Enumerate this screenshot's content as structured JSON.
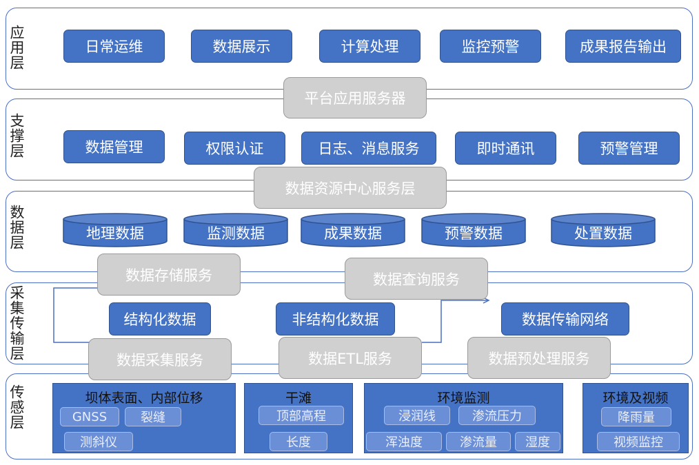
{
  "layers": {
    "application": {
      "label": "应用层",
      "items": [
        "日常运维",
        "数据展示",
        "计算处理",
        "监控预警",
        "成果报告输出"
      ]
    },
    "support": {
      "label": "支撑层",
      "items": [
        "数据管理",
        "权限认证",
        "日志、消息服务",
        "即时通讯",
        "预警管理"
      ]
    },
    "data": {
      "label": "数据层",
      "items": [
        "地理数据",
        "监测数据",
        "成果数据",
        "预警数据",
        "处置数据"
      ]
    },
    "collection": {
      "label": "采集传输层",
      "items": [
        "结构化数据",
        "非结构化数据",
        "数据传输网络"
      ]
    },
    "sensing": {
      "label": "传感层",
      "groups": [
        {
          "title": "坝体表面、内部位移",
          "items": [
            "GNSS",
            "裂缝",
            "测斜仪"
          ]
        },
        {
          "title": "干滩",
          "items": [
            "顶部高程",
            "长度"
          ]
        },
        {
          "title": "环境监测",
          "items": [
            "浸润线",
            "渗流压力",
            "浑浊度",
            "渗流量",
            "湿度"
          ]
        },
        {
          "title": "环境及视频",
          "items": [
            "降雨量",
            "视频监控"
          ]
        }
      ]
    }
  },
  "services": {
    "platform_app_server": "平台应用服务器",
    "data_resource_center": "数据资源中心服务层",
    "data_storage": "数据存储服务",
    "data_query": "数据查询服务",
    "data_collection": "数据采集服务",
    "data_etl": "数据ETL服务",
    "data_preprocess": "数据预处理服务"
  },
  "colors": {
    "layer_border": "#4a6fc4",
    "module_fill": "#4472c4",
    "service_fill": "#d0d0d0",
    "sensor_item_fill": "#6b8fd6"
  }
}
